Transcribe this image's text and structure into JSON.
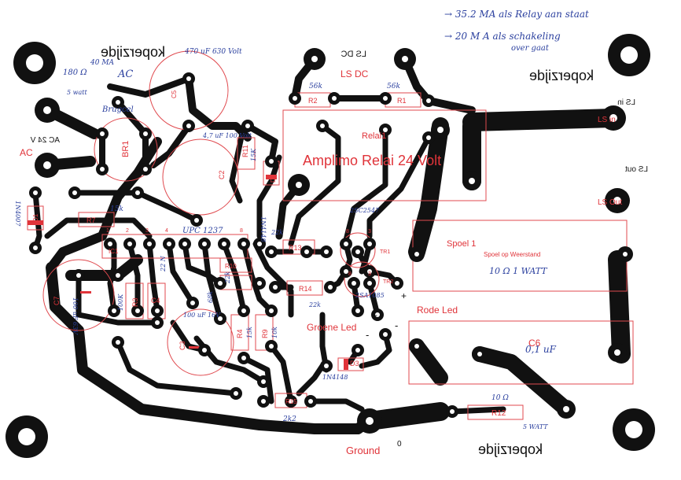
{
  "title": "Amplimo Relai 24 Volt",
  "notes": {
    "line1": "→ 35.2  MA als Relay aan staat",
    "line2": "→ 20 M A  als schakeling",
    "line3": "over gaat"
  },
  "copper_side": {
    "top_left": "koperzijde",
    "top_right": "koperzijde",
    "bottom_right": "koperzijde"
  },
  "terminals": {
    "ls_dc_black": "LS DC",
    "ls_dc_red": "LS DC",
    "ls_in_black": "LS in",
    "ls_in_red": "LS in",
    "ls_out_black": "LS out",
    "ls_out_red": "LS Out",
    "ac24v": "AC 24 V",
    "ac": "AC",
    "ground": "Ground",
    "zero": "0"
  },
  "relay": {
    "ref": "Relai1"
  },
  "coil": {
    "ref": "Spoel 1",
    "sub": "Spoel op Weerstand",
    "note": "10 Ω  1 WATT"
  },
  "leds": {
    "red": "Rode Led",
    "green": "Groene Led",
    "plus1": "+",
    "plus2": "+",
    "minus": "-",
    "minus2": "-"
  },
  "refs": {
    "R1": "R1",
    "R2": "R2",
    "R3": "R3",
    "R4": "R4",
    "R7": "R7",
    "R9": "R9",
    "R10": "R10",
    "R11": "R11",
    "R12": "R12",
    "R13": "R13",
    "R14": "R14",
    "R15": "R15",
    "C2": "C2",
    "C3": "C3",
    "C4": "C4",
    "C5": "C5",
    "C6": "C6",
    "C7": "C7",
    "D1": "D1",
    "D2": "D2",
    "D3": "D3",
    "BR1": "BR1",
    "TR1": "TR1",
    "TR2": "TR2",
    "IC": "IC1"
  },
  "values": {
    "r2": "56k",
    "r1": "56k",
    "c5": "470 uF 630 Volt",
    "c2": "4,7 uF 100 Volt",
    "r11": "15K",
    "d2": "1N4148",
    "r7": "15k",
    "d1": "1N4007",
    "ic": "UPC 1237",
    "r13": "22k",
    "r14": "22k",
    "tr1": "2SC2547",
    "tr2": "2SA1085",
    "c7": "100 uF 63V",
    "c4": "22 N",
    "r3": "100K",
    "c3": "100 uF 16V",
    "r10": "68k",
    "r4": "15k",
    "r9": "10k",
    "r10b": "22k",
    "d3": "1N4148",
    "r15": "2k2",
    "r12": "10 Ω",
    "r12w": "5 WATT",
    "c6": "0,1 uF",
    "br1": "Brugcel",
    "r180": "180 Ω",
    "r180w": "5 watt",
    "ma": "40 MA",
    "ac_note": "AC"
  },
  "pins": {
    "p1": "1",
    "p2": "2",
    "p3": "3",
    "p4": "4",
    "p8": "8",
    "b8": "8",
    "b3": "3",
    "t8": "8",
    "t3": "3"
  }
}
